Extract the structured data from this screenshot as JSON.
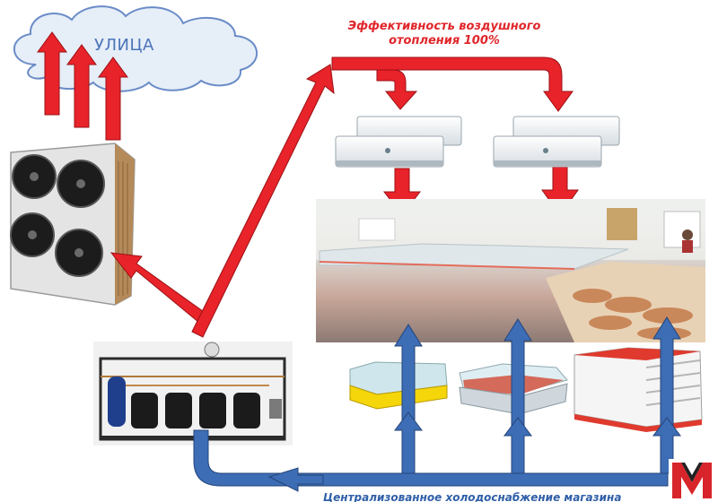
{
  "labels": {
    "street": "УЛИЦА",
    "efficiency_line1": "Эффективность воздушного",
    "efficiency_line2": "отопления 100%",
    "footer": "Централизованное холодоснабжение магазина"
  },
  "colors": {
    "heat_arrow": "#e8232a",
    "cold_arrow": "#3d6db5",
    "cloud_fill": "#e6eef8",
    "cloud_stroke": "#6a8cc7",
    "logo_red": "#d8242b",
    "logo_dark": "#222222"
  },
  "icons": {
    "cloud": "cloud-icon",
    "condenser": "condenser-unit-icon",
    "compressor": "compressor-rack-icon",
    "air_heater": "air-curtain-heater-icon",
    "store": "store-interior-photo",
    "display_case": "display-case-icon",
    "logo": "brand-logo-m"
  }
}
